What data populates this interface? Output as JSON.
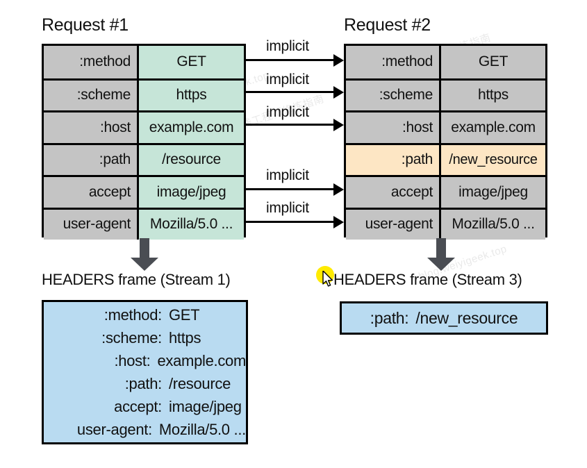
{
  "diagram": {
    "title_request1": "Request #1",
    "title_request2": "Request #2",
    "implicit_label": "implicit",
    "implicit_count": 5,
    "colors": {
      "gray": "#c4c4c4",
      "green": "#c6e5d8",
      "orange": "#fde6c4",
      "blue": "#b9dbf1",
      "arrow_gray": "#4a4d53",
      "cursor_yellow": "#ffeb00",
      "border": "#000000"
    }
  },
  "request1": {
    "rows": [
      {
        "key": ":method",
        "value": "GET",
        "key_fill": "gray",
        "value_fill": "green"
      },
      {
        "key": ":scheme",
        "value": "https",
        "key_fill": "gray",
        "value_fill": "green"
      },
      {
        "key": ":host",
        "value": "example.com",
        "key_fill": "gray",
        "value_fill": "green"
      },
      {
        "key": ":path",
        "value": "/resource",
        "key_fill": "gray",
        "value_fill": "green"
      },
      {
        "key": "accept",
        "value": "image/jpeg",
        "key_fill": "gray",
        "value_fill": "green"
      },
      {
        "key": "user-agent",
        "value": "Mozilla/5.0 ...",
        "key_fill": "gray",
        "value_fill": "green"
      }
    ]
  },
  "request2": {
    "rows": [
      {
        "key": ":method",
        "value": "GET",
        "key_fill": "gray",
        "value_fill": "gray"
      },
      {
        "key": ":scheme",
        "value": "https",
        "key_fill": "gray",
        "value_fill": "gray"
      },
      {
        "key": ":host",
        "value": "example.com",
        "key_fill": "gray",
        "value_fill": "gray"
      },
      {
        "key": ":path",
        "value": "/new_resource",
        "key_fill": "orange",
        "value_fill": "orange"
      },
      {
        "key": "accept",
        "value": "image/jpeg",
        "key_fill": "gray",
        "value_fill": "gray"
      },
      {
        "key": "user-agent",
        "value": "Mozilla/5.0 ...",
        "key_fill": "gray",
        "value_fill": "gray"
      }
    ]
  },
  "frame1": {
    "title": "HEADERS frame (Stream 1)",
    "entries": [
      {
        "key": ":method:",
        "value": "GET"
      },
      {
        "key": ":scheme:",
        "value": "https"
      },
      {
        "key": ":host:",
        "value": "example.com"
      },
      {
        "key": ":path:",
        "value": "/resource"
      },
      {
        "key": "accept:",
        "value": "image/jpeg"
      },
      {
        "key": "user-agent:",
        "value": "Mozilla/5.0 ..."
      }
    ]
  },
  "frame2": {
    "title": "HEADERS frame (Stream 3)",
    "entries": [
      {
        "key": ":path:",
        "value": "/new_resource"
      }
    ]
  },
  "watermarks": [
    "blog.weiyigeek.top",
    "公众号|全栈工程师修炼指南",
    "weiyigeek.top",
    "blog.weiyigeek.top",
    "公众号|全栈工程师修炼指南",
    "weiyigeek.top",
    "blog.weiyigeek.top",
    "公众号|全栈工程师修炼指南"
  ]
}
